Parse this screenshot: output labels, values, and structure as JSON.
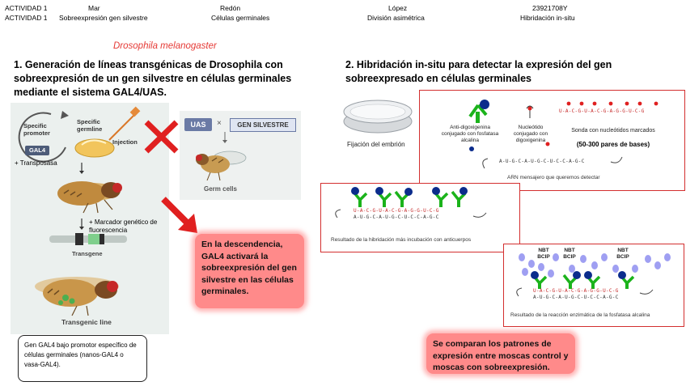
{
  "header": {
    "row1": [
      "ACTIVIDAD 1",
      "Mar",
      "Redón",
      "López",
      "23921708Y"
    ],
    "row2": [
      "ACTIVIDAD 1",
      "Sobreexpresión gen silvestre",
      "Células germinales",
      "División asimétrica",
      "Hibridación in-situ"
    ]
  },
  "species": "Drosophila melanogaster",
  "left": {
    "title": "1. Generación de líneas transgénicas de Drosophila con sobreexpresión de un gen silvestre en células germinales mediante el sistema GAL4/UAS.",
    "diagram": {
      "promoter": "Specific promoter",
      "germline": "Specific germline",
      "gal4": "GAL4",
      "injection": "Injection",
      "transposasa": "+ Transposasa",
      "marcador": "+ Marcador genético de fluorescencia",
      "transgene": "Transgene",
      "transgenic_line": "Transgenic line",
      "uas": "UAS",
      "times": "×",
      "gen_silvestre": "GEN SILVESTRE",
      "germ_cells": "Germ cells"
    },
    "note": "Gen GAL4 bajo promotor específico de células germinales (nanos-GAL4 o vasa-GAL4).",
    "callout": "En la descendencia, GAL4 activará la sobreexpresión del gen silvestre en las células germinales."
  },
  "right": {
    "title": "2. Hibridación in-situ para detectar la expresión del gen sobreexpresado en células germinales",
    "fijacion": "Fijación del embrión",
    "panel1": {
      "anti": "Anti-digoxigenina conjugado con fosfatasa alcalina",
      "nucleotido": "Nucleótido conjugado con digoxigenina",
      "sonda": "Sonda con nucleótidos marcados",
      "pares": "(50-300 pares de bases)",
      "probe_seq": "U-A-C-G-U-A-C-G-A-G-G-U-C-G",
      "mrna_seq": "A-U-G-C-A-U-G-C-U-C-C-A-G-C",
      "arn": "ARN mensajero que queremos detectar"
    },
    "panel2": {
      "probe_seq": "U-A-C-G-U-A-C-G-A-G-G-U-C-G",
      "mrna_seq": "A-U-G-C-A-U-G-C-U-C-C-A-G-C",
      "caption": "Resultado de la hibridación más incubación con anticuerpos"
    },
    "panel3": {
      "nbt": "NBT BCIP",
      "probe_seq": "U-A-C-G-U-A-C-G-A-G-G-U-C-G",
      "mrna_seq": "A-U-G-C-A-U-G-C-U-C-C-A-G-C",
      "caption": "Resultado de la reacción enzimática de la fosfatasa alcalina"
    },
    "callout": "Se comparan los patrones de expresión entre moscas control y moscas con sobreexpresión."
  }
}
